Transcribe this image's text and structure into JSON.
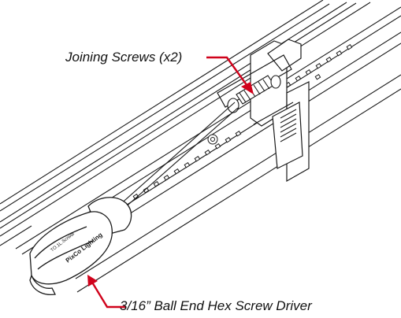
{
  "callouts": {
    "joining_screws": "Joining Screws (x2)",
    "screw_driver": "3/16” Ball End Hex Screw Driver"
  },
  "driver_handle_marks": {
    "brand_text": "PixCo Lighting",
    "small_text": "TO.1L.Scrwdr"
  },
  "colors": {
    "line": "#1a1a1a",
    "callout_arrow": "#d0021b",
    "background": "#ffffff"
  }
}
